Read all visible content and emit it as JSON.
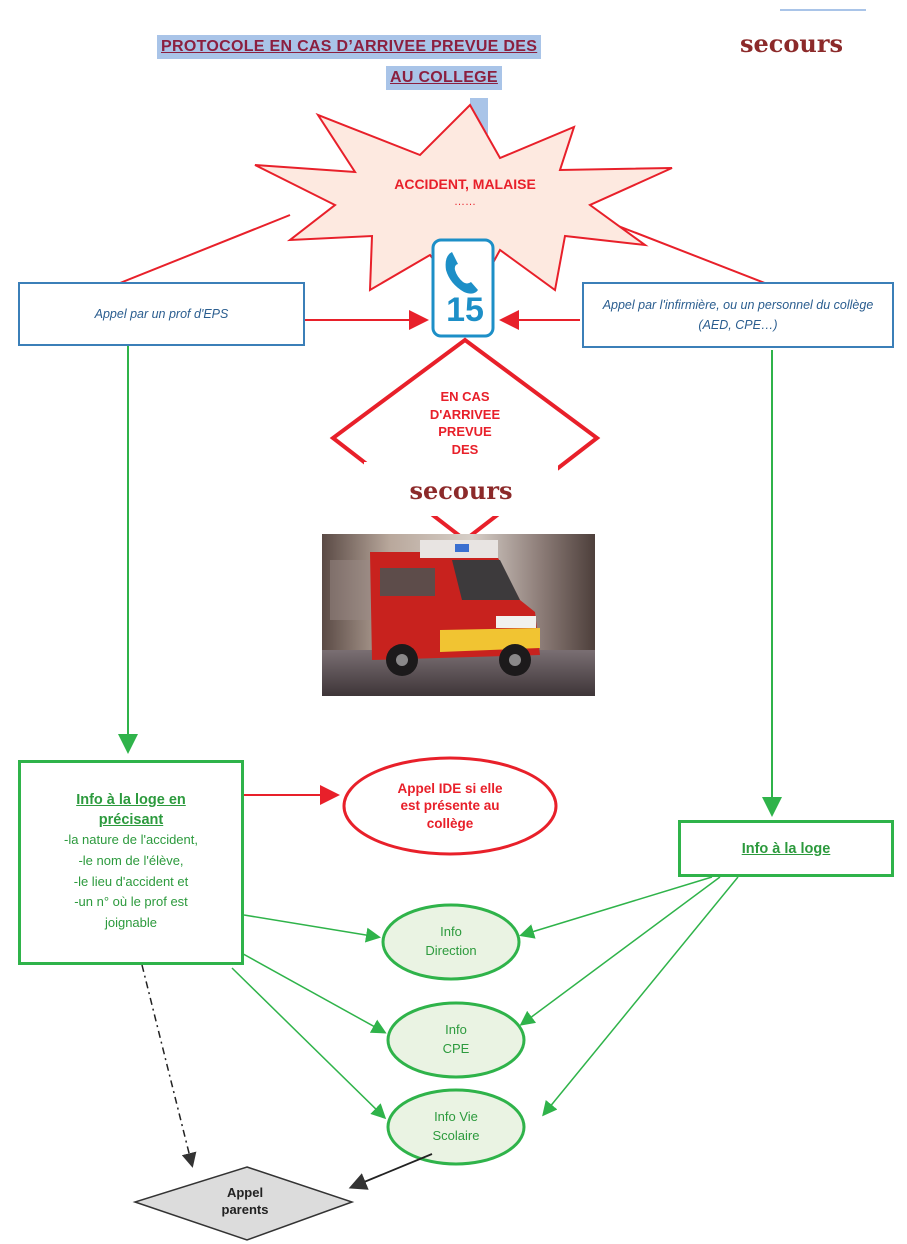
{
  "title": {
    "line1": "PROTOCOLE EN CAS D’ARRIVEE PREVUE DES",
    "line2": "AU COLLEGE",
    "secours_word": "secours"
  },
  "burst": {
    "label": "ACCIDENT, MALAISE",
    "dots": "……"
  },
  "phone": {
    "number": "15"
  },
  "left_call": {
    "text": "Appel par un prof d'EPS"
  },
  "right_call": {
    "text": "Appel par l'infirmière, ou un personnel du collège (AED, CPE…)"
  },
  "diamond_red": {
    "lines": [
      "EN CAS",
      "D'ARRIVEE",
      "PREVUE",
      "DES"
    ],
    "secours_word": "secours"
  },
  "info_loge_left": {
    "heading1": "Info à la loge en",
    "heading2": "précisant",
    "items": [
      "-la nature de l'accident,",
      "-le nom de l'élève,",
      "-le lieu d'accident et",
      "-un n° où le prof est",
      "joignable"
    ]
  },
  "appel_ide": {
    "lines": [
      "Appel IDE si elle",
      "est présente au",
      "collège"
    ]
  },
  "info_loge_right": {
    "label": "Info à la loge"
  },
  "info_direction": {
    "lines": [
      "Info",
      "Direction"
    ]
  },
  "info_cpe": {
    "lines": [
      "Info",
      "CPE"
    ]
  },
  "info_vie": {
    "lines": [
      "Info Vie",
      "Scolaire"
    ]
  },
  "appel_parents": {
    "lines": [
      "Appel",
      "parents"
    ]
  },
  "colors": {
    "green": "#2fb34a",
    "red": "#e8202a",
    "blue": "#3b7fb8",
    "title_bg": "#a9c4e8",
    "title_text": "#8b1f3f"
  }
}
